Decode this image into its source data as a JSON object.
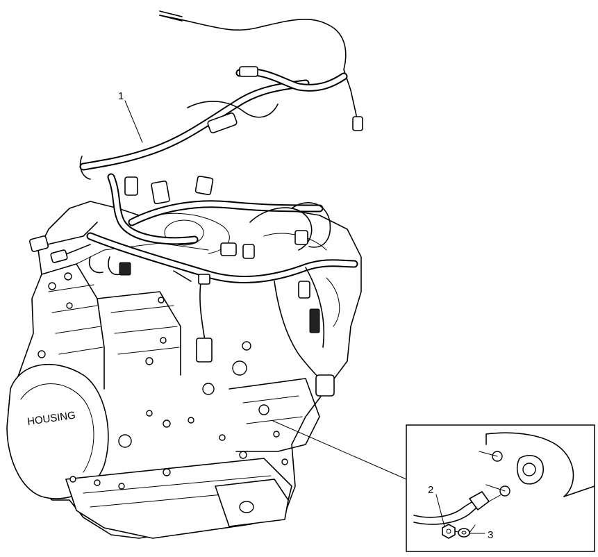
{
  "diagram": {
    "callouts": [
      {
        "id": "1",
        "label": "1"
      },
      {
        "id": "2",
        "label": "2"
      },
      {
        "id": "3",
        "label": "3"
      }
    ],
    "crankcase_marking": "HOUSING"
  }
}
